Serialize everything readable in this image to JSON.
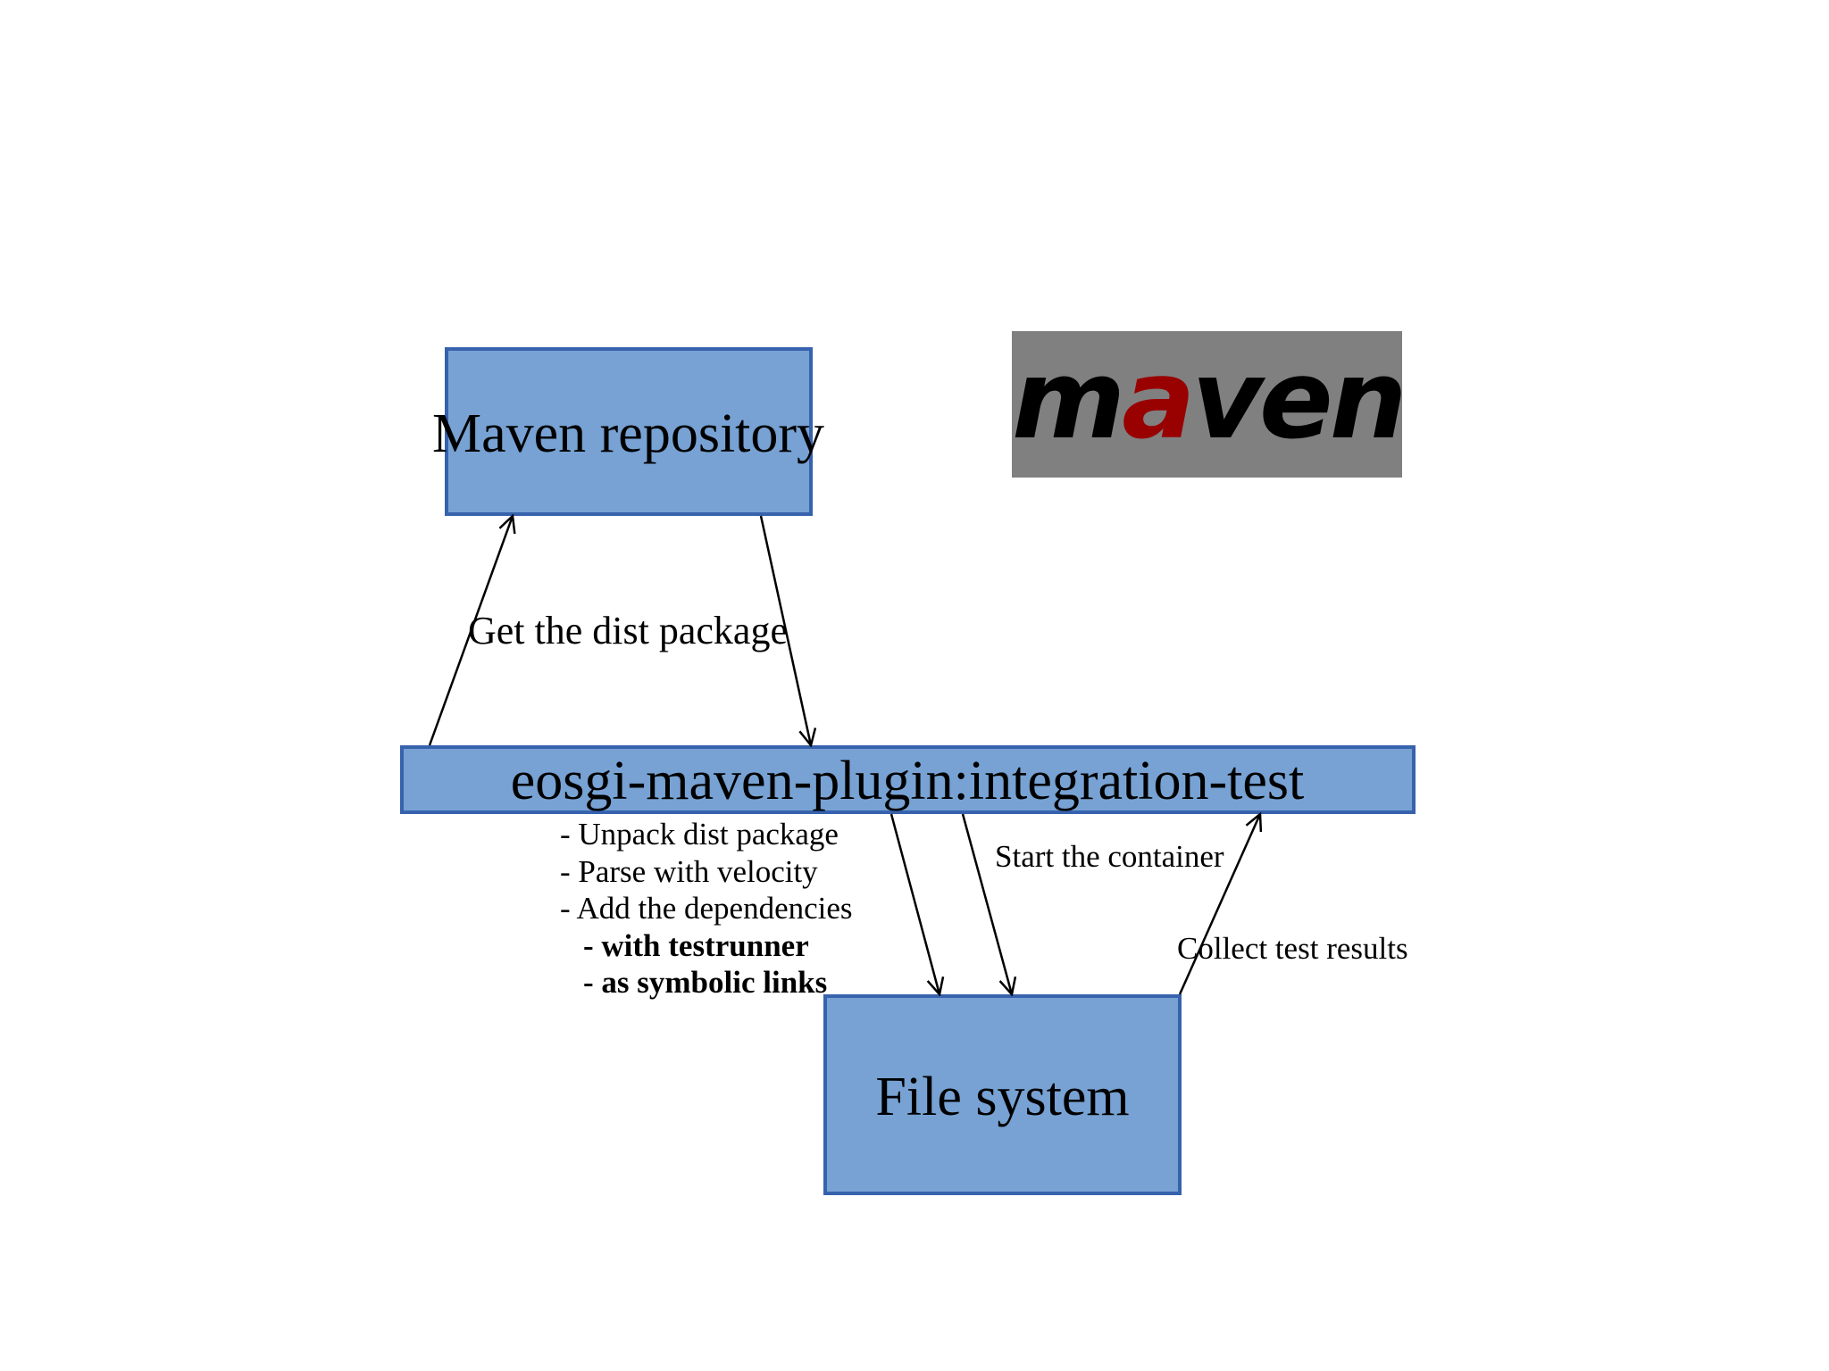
{
  "nodes": {
    "maven_repository": {
      "label": "Maven repository"
    },
    "plugin": {
      "label": "eosgi-maven-plugin:integration-test"
    },
    "file_system": {
      "label": "File system"
    }
  },
  "edges": {
    "get_dist_package": "Get the dist package",
    "start_container": "Start the container",
    "collect_test_results": "Collect test results"
  },
  "steps": [
    "- Unpack dist package",
    "- Parse with velocity",
    "- Add the dependencies",
    "- with testrunner",
    "- as symbolic links"
  ],
  "logo": {
    "before_accent": "m",
    "accent": "a",
    "after_accent": "ven",
    "accent_color": "#990000",
    "background_color": "#808080"
  },
  "colors": {
    "box_fill": "#77a2d3",
    "box_border": "#3762ad"
  }
}
